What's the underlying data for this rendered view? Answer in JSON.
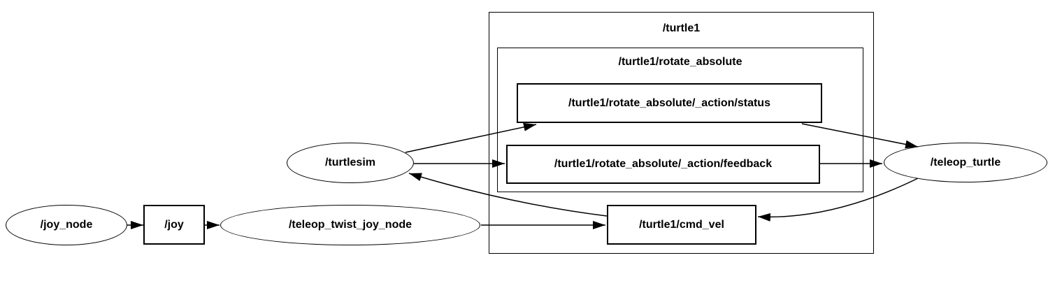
{
  "colors": {
    "background": "#ffffff",
    "stroke": "#000000",
    "text": "#000000"
  },
  "graph": {
    "nodes": [
      {
        "id": "joy_node",
        "label": "/joy_node",
        "shape": "ellipse"
      },
      {
        "id": "teleop_twist_joy_node",
        "label": "/teleop_twist_joy_node",
        "shape": "ellipse"
      },
      {
        "id": "turtlesim",
        "label": "/turtlesim",
        "shape": "ellipse"
      },
      {
        "id": "teleop_turtle",
        "label": "/teleop_turtle",
        "shape": "ellipse"
      }
    ],
    "topics": [
      {
        "id": "joy",
        "label": "/joy",
        "shape": "box"
      },
      {
        "id": "rotate_absolute_status",
        "label": "/turtle1/rotate_absolute/_action/status",
        "shape": "box"
      },
      {
        "id": "rotate_absolute_feedback",
        "label": "/turtle1/rotate_absolute/_action/feedback",
        "shape": "box"
      },
      {
        "id": "cmd_vel",
        "label": "/turtle1/cmd_vel",
        "shape": "box"
      }
    ],
    "groups": [
      {
        "id": "turtle1",
        "label": "/turtle1"
      },
      {
        "id": "turtle1_rotate_absolute",
        "label": "/turtle1/rotate_absolute"
      }
    ],
    "edges": [
      {
        "from": "/joy_node",
        "to": "/joy"
      },
      {
        "from": "/joy",
        "to": "/teleop_twist_joy_node"
      },
      {
        "from": "/teleop_twist_joy_node",
        "to": "/turtle1/cmd_vel"
      },
      {
        "from": "/turtlesim",
        "to": "/turtle1/rotate_absolute/_action/status"
      },
      {
        "from": "/turtlesim",
        "to": "/turtle1/rotate_absolute/_action/feedback"
      },
      {
        "from": "/turtle1/rotate_absolute/_action/status",
        "to": "/teleop_turtle"
      },
      {
        "from": "/turtle1/rotate_absolute/_action/feedback",
        "to": "/teleop_turtle"
      },
      {
        "from": "/teleop_turtle",
        "to": "/turtle1/cmd_vel"
      },
      {
        "from": "/turtle1/cmd_vel",
        "to": "/turtlesim"
      }
    ]
  }
}
